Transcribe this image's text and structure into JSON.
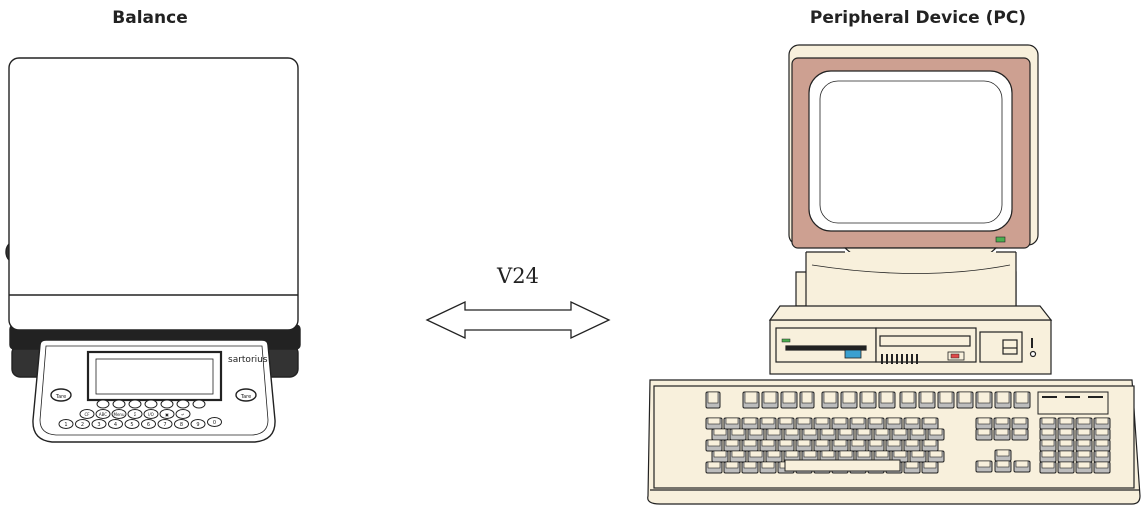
{
  "labels": {
    "balance": "Balance",
    "peripheral": "Peripheral Device (PC)",
    "connection": "V24"
  },
  "balance_panel": {
    "brand": "sartorius",
    "tare_left": "Tare",
    "tare_right": "Tare",
    "row1_keys": [
      "CF",
      "ABC",
      "Menu",
      "Σ",
      "I/O",
      "▣",
      "↵"
    ],
    "numeric_keys": [
      "1",
      "2",
      "3",
      "4",
      "5",
      "6",
      "7",
      "8",
      "9",
      "0"
    ]
  },
  "colors": {
    "monitor_bezel": "#cda091",
    "pc_body": "#f8f0dc",
    "key_fill": "#bdbdbd",
    "floppy_eject": "#3aa0d0",
    "power_led": "#4caf50",
    "drive_led": "#e04848"
  }
}
